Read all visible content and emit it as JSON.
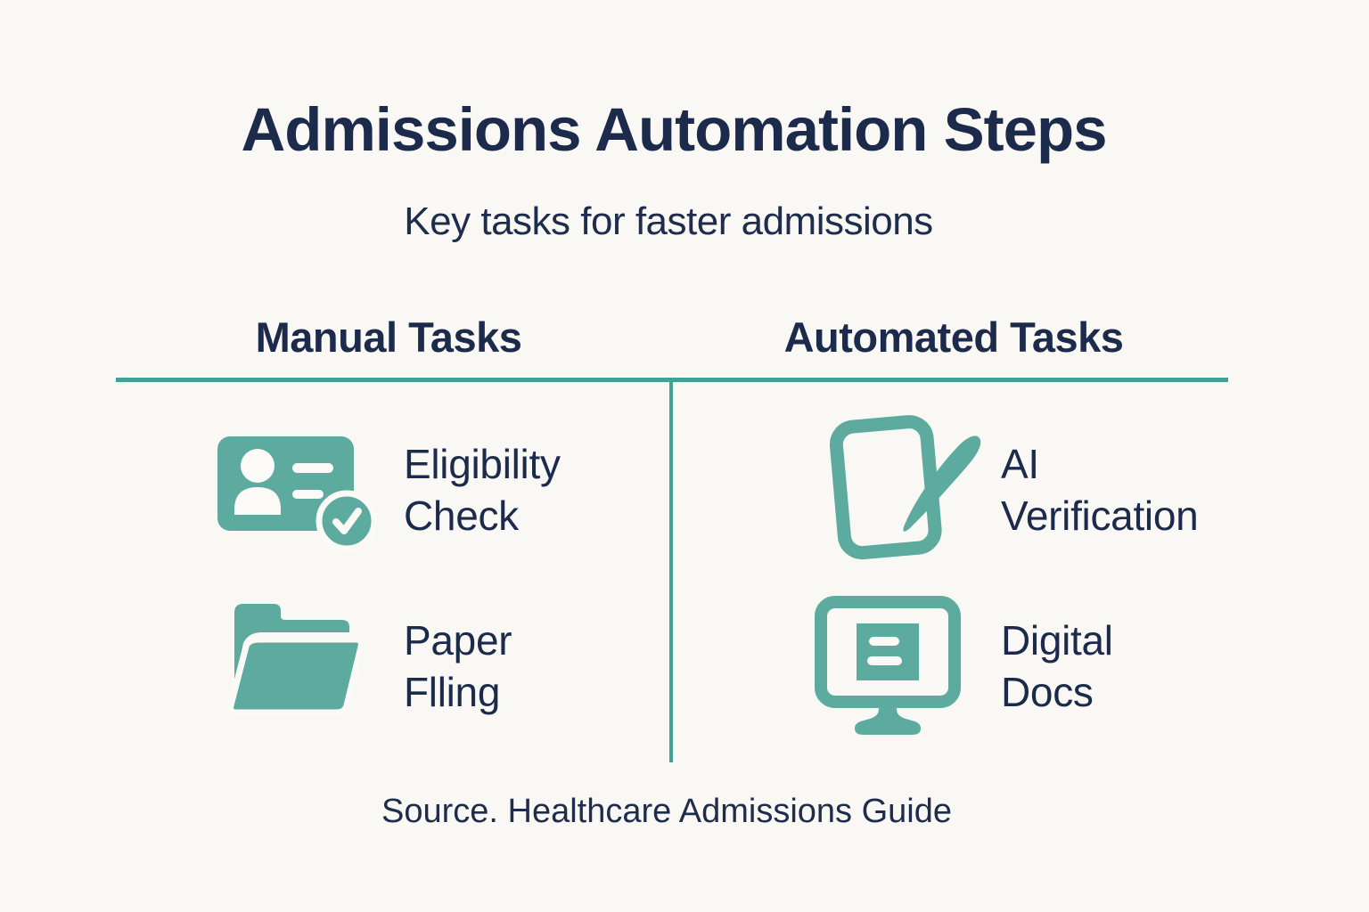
{
  "header": {
    "title": "Admissions Automation Steps",
    "subtitle": "Key tasks for faster admissions"
  },
  "columns": [
    {
      "header": "Manual Tasks",
      "items": [
        {
          "icon": "id-card-check-icon",
          "line1": "Eligibility",
          "line2": "Check"
        },
        {
          "icon": "open-folder-icon",
          "line1": "Paper",
          "line2": "Flling"
        }
      ]
    },
    {
      "header": "Automated Tasks",
      "items": [
        {
          "icon": "tablet-pen-icon",
          "line1": "AI",
          "line2": "Verification"
        },
        {
          "icon": "monitor-document-icon",
          "line1": "Digital",
          "line2": "Docs"
        }
      ]
    }
  ],
  "footer": {
    "source": "Source. Healthcare Admissions Guide"
  },
  "colors": {
    "background": "#faf8f4",
    "text_navy": "#1c2b4b",
    "icon_teal": "#5cab9e",
    "divider_teal": "#3fa293"
  }
}
